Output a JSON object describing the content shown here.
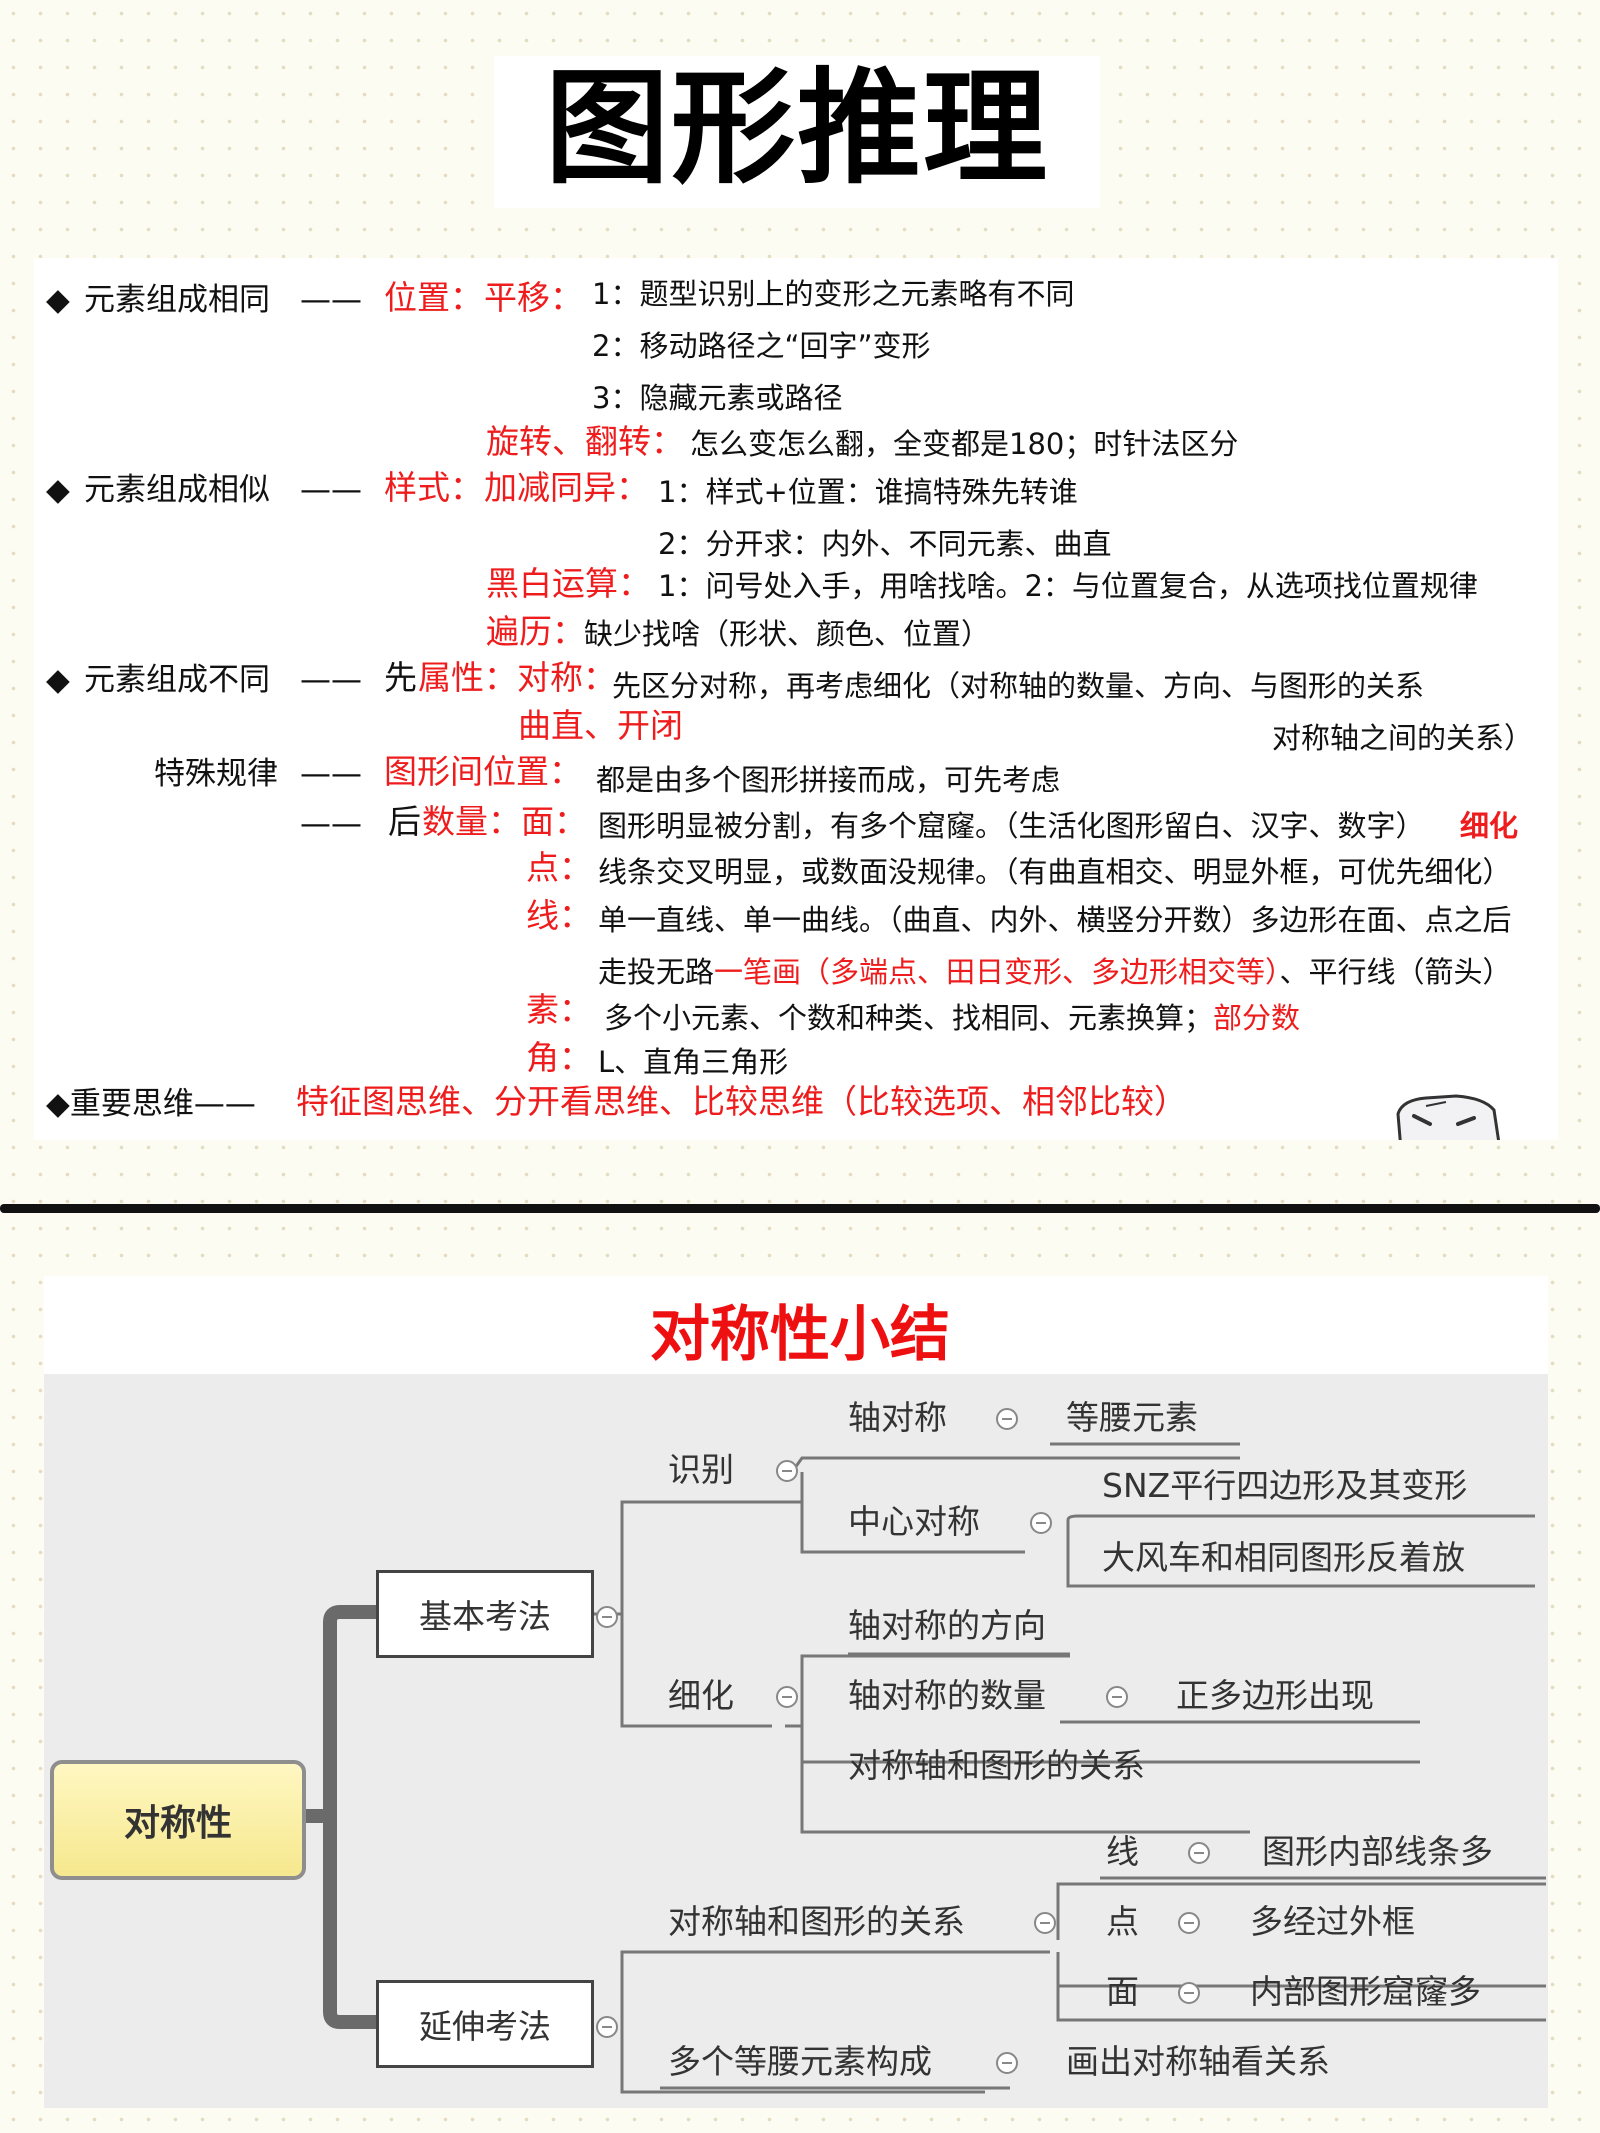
{
  "title": "图形推理",
  "sec1": {
    "diamond": "◆",
    "r1_head": "元素组成相同",
    "dash": "——",
    "r1_pos": "位置：",
    "r1_shift": "平移：",
    "r1_i1": "1：题型识别上的变形之元素略有不同",
    "r1_i2": "2：移动路径之“回字”变形",
    "r1_i3": "3：隐藏元素或路径",
    "r1_rot": "旋转、翻转：",
    "r1_rot_text": "怎么变怎么翻，全变都是180；时针法区分",
    "r2_head": "元素组成相似",
    "r2_style": "样式：",
    "r2_addsub": "加减同异：",
    "r2_i1": "1：样式+位置：谁搞特殊先转谁",
    "r2_i2": "2：分开求：内外、不同元素、曲直",
    "r2_bw": "黑白运算：",
    "r2_bw_text": "1：问号处入手，用啥找啥。2：与位置复合，从选项找位置规律",
    "r2_trav": "遍历：",
    "r2_trav_text": "缺少找啥（形状、颜色、位置）",
    "r3_head": "元素组成不同",
    "r3_first": "先",
    "r3_attr": "属性：对称：",
    "r3_attr_text": "先区分对称，再考虑细化（对称轴的数量、方向、与图形的关系",
    "r3_curve": "曲直、开闭",
    "r3_attr_text2": "对称轴之间的关系）",
    "r4_head": "特殊规律",
    "r4_pos": "图形间位置：",
    "r4_pos_text": "都是由多个图形拼接而成，可先考虑",
    "r4_after": "后",
    "r4_count": "数量：面：",
    "r4_face_text": "图形明显被分割，有多个窟窿。（生活化图形留白、汉字、数字）",
    "r4_face_red": "细化",
    "r4_point": "点：",
    "r4_point_text": "线条交叉明显，或数面没规律。（有曲直相交、明显外框，可优先细化）",
    "r4_line": "线：",
    "r4_line_text": "单一直线、单一曲线。（曲直、内外、横竖分开数）多边形在面、点之后",
    "r4_line2_a": "走投无路",
    "r4_line2_red": "一笔画（多端点、田日变形、多边形相交等）",
    "r4_line2_b": "、平行线（箭头）",
    "r4_elem": "素：",
    "r4_elem_text": "多个小元素、个数和种类、找相同、元素换算；",
    "r4_elem_red": "部分数",
    "r4_angle": "角：",
    "r4_angle_text": "L、直角三角形",
    "r5_head": "◆重要思维——",
    "r5_text": "特征图思维、分开看思维、比较思维（比较选项、相邻比较）"
  },
  "sec2": {
    "title": "对称性小结",
    "root": "对称性",
    "basic": "基本考法",
    "extend": "延伸考法",
    "identify": "识别",
    "axis_sym": "轴对称",
    "isosceles": "等腰元素",
    "center_sym": "中心对称",
    "snz": "SNZ平行四边形及其变形",
    "windmill": "大风车和相同图形反着放",
    "refine": "细化",
    "axis_dir": "轴对称的方向",
    "axis_num": "轴对称的数量",
    "regular": "正多边形出现",
    "axis_rel": "对称轴和图形的关系",
    "ext_rel": "对称轴和图形的关系",
    "line": "线",
    "line_text": "图形内部线条多",
    "point": "点",
    "point_text": "多经过外框",
    "face": "面",
    "face_text": "内部图形窟窿多",
    "multi_iso": "多个等腰元素构成",
    "draw_axis": "画出对称轴看关系"
  }
}
